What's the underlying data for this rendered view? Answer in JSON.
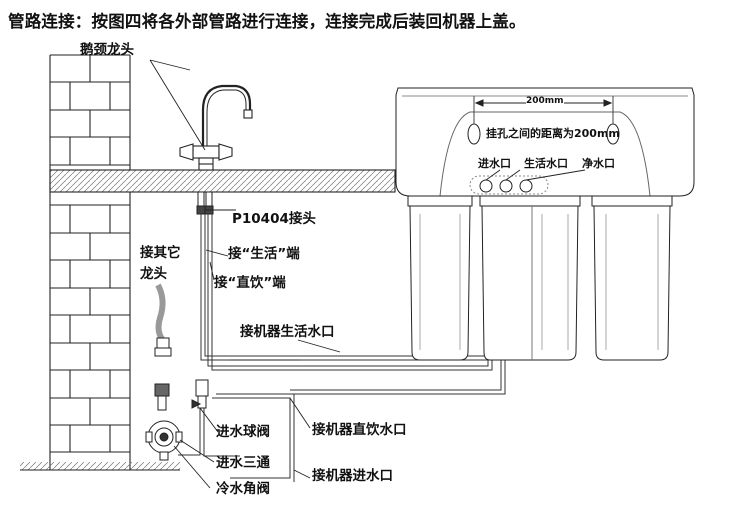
{
  "title": "管路连接：按图四将各外部管路进行连接，连接完成后装回机器上盖。",
  "labels": {
    "gooseneck_faucet": "鹅颈龙头",
    "p10404_fitting": "P10404接头",
    "connect_domestic": "接“生活”端",
    "connect_drinking": "接“直饮”端",
    "other_faucet_line1": "接其它",
    "other_faucet_line2": "龙头",
    "machine_domestic_outlet": "接机器生活水口",
    "machine_drinking_outlet": "接机器直饮水口",
    "machine_inlet": "接机器进水口",
    "inlet_ball_valve": "进水球阀",
    "inlet_tee": "进水三通",
    "cold_angle_valve": "冷水角阀"
  },
  "machine": {
    "dimension": "200mm",
    "hole_note": "挂孔之间的距离为200mm",
    "port_inlet": "进水口",
    "port_domestic": "生活水口",
    "port_purified": "净水口"
  }
}
